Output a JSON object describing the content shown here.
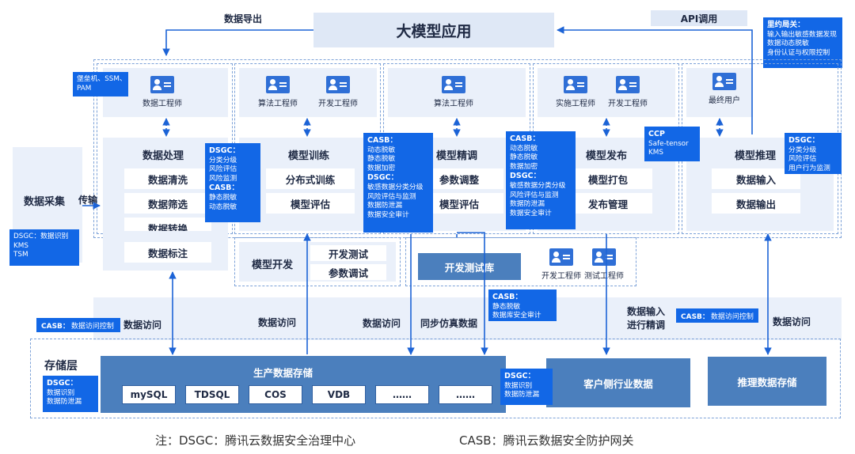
{
  "top": {
    "title": "大模型应用",
    "export_label": "数据导出",
    "api_label": "API调用"
  },
  "callouts": {
    "top_right": [
      "里约局关：",
      "输入输出敏感数据发现",
      "数据动态脱敏",
      "身份认证与权限控制"
    ],
    "bastion": [
      "堡垒机、SSM、",
      "PAM"
    ],
    "collect": [
      "DSGC：数据识别",
      "KMS",
      "TSM"
    ],
    "dsgc_proc": [
      "DSGC：",
      "分类分级",
      "风险评估",
      "风险监测",
      "CASB：",
      "静态脱敏",
      "动态脱敏"
    ],
    "casb_train": [
      "CASB：",
      "动态脱敏",
      "静态脱敏",
      "数据加密",
      "DSGC：",
      "敏感数据分类分级",
      "风险评估与监测",
      "数据防泄漏",
      "数据安全审计"
    ],
    "casb_fine": [
      "CASB：",
      "动态脱敏",
      "静态脱敏",
      "数据加密",
      "DSGC：",
      "敏感数据分类分级",
      "风险评估与监测",
      "数据防泄漏",
      "数据安全审计"
    ],
    "ccp": [
      "CCP",
      "Safe-tensor",
      "KMS"
    ],
    "dsgc_infer": [
      "DSGC：",
      "分类分级",
      "风险评估",
      "用户行为监测"
    ],
    "casb_sim": [
      "CASB：",
      "静态脱敏",
      "数据库安全审计"
    ],
    "dsgc_storage_left": [
      "DSGC：",
      "数据识别",
      "数据防泄漏"
    ],
    "dsgc_storage_mid": [
      "DSGC：",
      "数据识别",
      "数据防泄漏"
    ]
  },
  "tags": {
    "casb_access_left": {
      "k": "CASB：",
      "v": "数据访问控制"
    },
    "casb_access_right": {
      "k": "CASB：",
      "v": "数据访问控制"
    }
  },
  "roles": {
    "data_eng": "数据工程师",
    "algo_eng_1": "算法工程师",
    "dev_eng_1": "开发工程师",
    "algo_eng_2": "算法工程师",
    "impl_eng": "实施工程师",
    "dev_eng_2": "开发工程师",
    "end_user": "最终用户",
    "dev_eng_3": "开发工程师",
    "test_eng": "测试工程师"
  },
  "stages": {
    "collect": {
      "title": "数据采集",
      "transfer": "传输"
    },
    "processing": {
      "title": "数据处理",
      "items": [
        "数据清洗",
        "数据筛选",
        "数据转换",
        "数据标注"
      ]
    },
    "training": {
      "title": "模型训练",
      "items": [
        "分布式训练",
        "模型评估"
      ]
    },
    "finetune": {
      "title": "模型精调",
      "items": [
        "参数调整",
        "模型评估"
      ]
    },
    "release": {
      "title": "模型发布",
      "items": [
        "模型打包",
        "发布管理"
      ]
    },
    "inference": {
      "title": "模型推理",
      "items": [
        "数据输入",
        "数据输出"
      ]
    },
    "dev": {
      "title": "模型开发",
      "items": [
        "开发测试",
        "参数调试"
      ]
    },
    "testlib": "开发测试库"
  },
  "access_row": {
    "a1": "数据访问",
    "a2": "数据访问",
    "a3": "数据访问",
    "a4": "同步仿真数据",
    "a5": "数据输入\n进行精调",
    "a6": "数据访问"
  },
  "storage": {
    "layer": "存储层",
    "prod": "生产数据存储",
    "dbs": [
      "mySQL",
      "TDSQL",
      "COS",
      "VDB",
      "……",
      "……"
    ],
    "client": "客户侧行业数据",
    "infer": "推理数据存储"
  },
  "footnote": {
    "dsgc": "注：DSGC：腾讯云数据安全治理中心",
    "casb": "CASB：腾讯云数据安全防护网关"
  },
  "colors": {
    "accent": "#1267e6",
    "panel": "#eaf0fa",
    "steel": "#4b7fbd",
    "dash": "#7da2d8"
  }
}
